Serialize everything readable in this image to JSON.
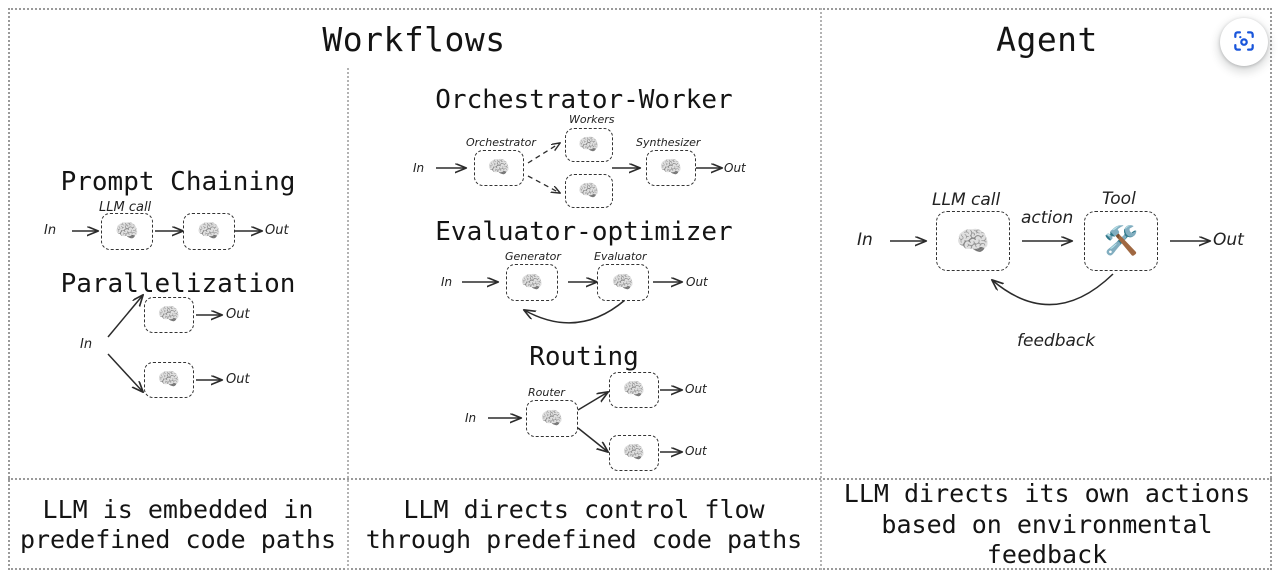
{
  "theme": {
    "background": "#ffffff",
    "text": "#141414",
    "border_dotted": "#9a9a9a",
    "node_dash": "#333333",
    "lens_blue": "#1a56db"
  },
  "columns": {
    "workflows_title": "Workflows",
    "agent_title": "Agent"
  },
  "lens_button": {
    "name": "google-lens-search-button",
    "icon": "lens-scan-icon",
    "color": "#1a56db"
  },
  "workflows": {
    "sections": [
      {
        "title": "Prompt Chaining",
        "nodes": [
          {
            "label": "LLM call",
            "icon": "brain-emoji"
          },
          {
            "label": "",
            "icon": "brain-emoji"
          }
        ],
        "endpoints": {
          "in": "In",
          "out": "Out"
        }
      },
      {
        "title": "Parallelization",
        "nodes": [
          {
            "label": "",
            "icon": "brain-emoji"
          },
          {
            "label": "",
            "icon": "brain-emoji"
          }
        ],
        "endpoints": {
          "in": "In",
          "out_1": "Out",
          "out_2": "Out"
        }
      },
      {
        "title": "Orchestrator-Worker",
        "nodes": [
          {
            "label": "Orchestrator",
            "icon": "brain-emoji"
          },
          {
            "label": "Workers",
            "icon": "brain-emoji"
          },
          {
            "label": "",
            "icon": "brain-emoji"
          },
          {
            "label": "Synthesizer",
            "icon": "brain-emoji"
          }
        ],
        "endpoints": {
          "in": "In",
          "out": "Out"
        }
      },
      {
        "title": "Evaluator-optimizer",
        "nodes": [
          {
            "label": "Generator",
            "icon": "brain-emoji"
          },
          {
            "label": "Evaluator",
            "icon": "brain-emoji"
          }
        ],
        "endpoints": {
          "in": "In",
          "out": "Out"
        }
      },
      {
        "title": "Routing",
        "nodes": [
          {
            "label": "Router",
            "icon": "brain-emoji"
          },
          {
            "label": "",
            "icon": "brain-emoji"
          },
          {
            "label": "",
            "icon": "brain-emoji"
          }
        ],
        "endpoints": {
          "in": "In",
          "out_1": "Out",
          "out_2": "Out"
        }
      }
    ]
  },
  "agent": {
    "nodes": [
      {
        "label": "LLM call",
        "icon": "brain-emoji"
      },
      {
        "label": "Tool",
        "icon": "hammer-and-wrench-emoji"
      }
    ],
    "edges": {
      "in": "In",
      "action": "action",
      "out": "Out",
      "feedback": "feedback"
    }
  },
  "footer": {
    "captions": [
      "LLM is embedded in\npredefined code paths",
      "LLM directs control flow\nthrough predefined code paths",
      "LLM directs its own actions\nbased on environmental feedback"
    ]
  },
  "icons": {
    "brain": "🧠",
    "tool": "🛠️"
  }
}
